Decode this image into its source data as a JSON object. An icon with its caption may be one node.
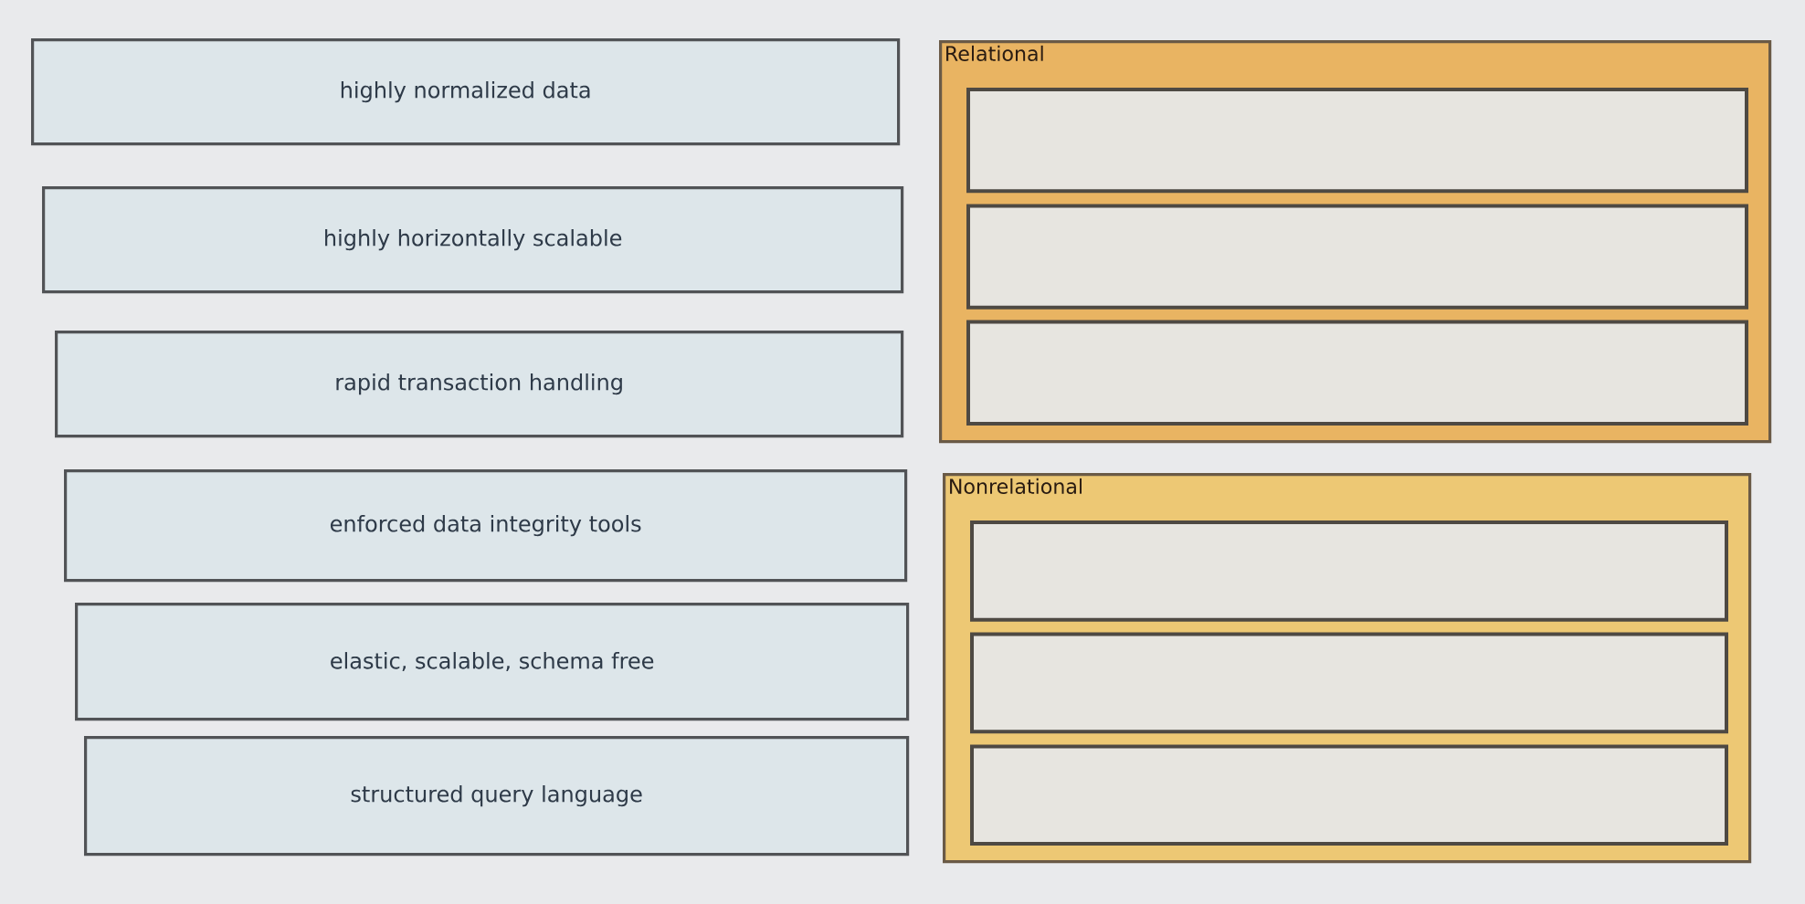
{
  "diagram": {
    "nodes": [
      {
        "text": [
          "highly normalized data"
        ]
      },
      {
        "text": [
          "highly horizontally scalable"
        ]
      },
      {
        "text": [
          "rapid transaction handling"
        ]
      },
      {
        "text": [
          "enforced data integrity tools"
        ]
      },
      {
        "text": [
          "elastic, scalable, schema free"
        ]
      },
      {
        "text": [
          "structured query language"
        ]
      },
      {
        "text": [
          "Relational"
        ]
      },
      {
        "text": [],
        "shape": "box",
        "in": 6
      },
      {
        "text": [],
        "shape": "box",
        "in": 6
      },
      {
        "text": [],
        "shape": "box",
        "in": 6
      },
      {
        "text": [
          "Nonrelational"
        ]
      },
      {
        "text": [],
        "shape": "box",
        "in": 10
      },
      {
        "text": [],
        "shape": "box",
        "in": 10
      },
      {
        "text": [],
        "shape": "box",
        "in": 10
      }
    ]
  }
}
